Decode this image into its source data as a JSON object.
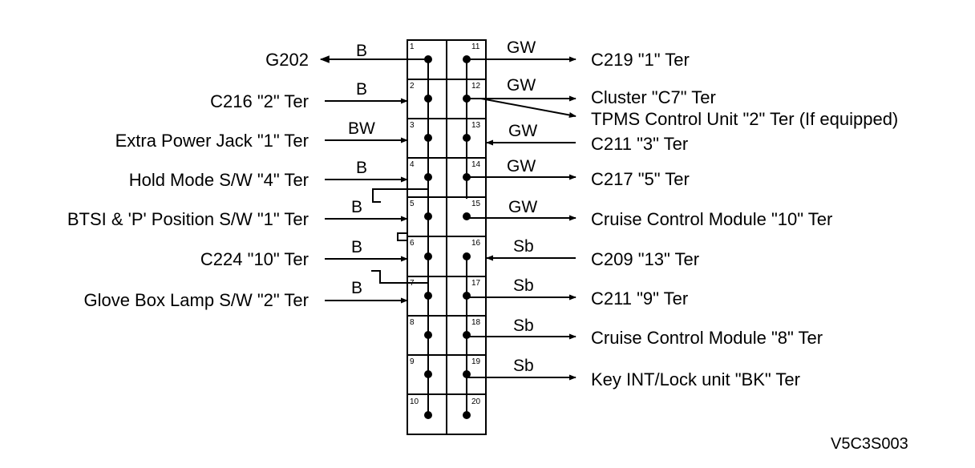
{
  "left_connections": [
    {
      "label": "G202",
      "wire": "B",
      "pin": "1",
      "direction": "out"
    },
    {
      "label": "C216 \"2\" Ter",
      "wire": "B",
      "pin": "2",
      "direction": "in"
    },
    {
      "label": "Extra Power Jack \"1\" Ter",
      "wire": "BW",
      "pin": "3",
      "direction": "in"
    },
    {
      "label": "Hold Mode S/W \"4\" Ter",
      "wire": "B",
      "pin": "4",
      "direction": "in"
    },
    {
      "label": "BTSI & 'P' Position S/W \"1\" Ter",
      "wire": "B",
      "pin": "5",
      "direction": "in"
    },
    {
      "label": "C224 \"10\" Ter",
      "wire": "B",
      "pin": "6",
      "direction": "in"
    },
    {
      "label": "Glove Box Lamp S/W \"2\" Ter",
      "wire": "B",
      "pin": "7",
      "direction": "in"
    }
  ],
  "right_connections": [
    {
      "label": "C219 \"1\" Ter",
      "wire": "GW",
      "pin": "11",
      "direction": "out"
    },
    {
      "label": "Cluster \"C7\" Ter",
      "wire": "GW",
      "pin": "12",
      "direction": "out"
    },
    {
      "label": "TPMS Control Unit \"2\" Ter (If equipped)",
      "wire": "",
      "pin": "12",
      "direction": "out"
    },
    {
      "label": "C211 \"3\" Ter",
      "wire": "GW",
      "pin": "13",
      "direction": "in"
    },
    {
      "label": "C217 \"5\" Ter",
      "wire": "GW",
      "pin": "14",
      "direction": "out"
    },
    {
      "label": "Cruise Control Module \"10\" Ter",
      "wire": "GW",
      "pin": "15",
      "direction": "out"
    },
    {
      "label": "C209 \"13\" Ter",
      "wire": "Sb",
      "pin": "16",
      "direction": "in"
    },
    {
      "label": "C211 \"9\" Ter",
      "wire": "Sb",
      "pin": "17",
      "direction": "out"
    },
    {
      "label": "Cruise Control Module \"8\" Ter",
      "wire": "Sb",
      "pin": "18",
      "direction": "out"
    },
    {
      "label": "Key INT/Lock unit \"BK\" Ter",
      "wire": "Sb",
      "pin": "19",
      "direction": "out"
    }
  ],
  "pins_left": [
    "1",
    "2",
    "3",
    "4",
    "5",
    "6",
    "7",
    "8",
    "9",
    "10"
  ],
  "pins_right": [
    "11",
    "12",
    "13",
    "14",
    "15",
    "16",
    "17",
    "18",
    "19",
    "20"
  ],
  "figure_code": "V5C3S003"
}
